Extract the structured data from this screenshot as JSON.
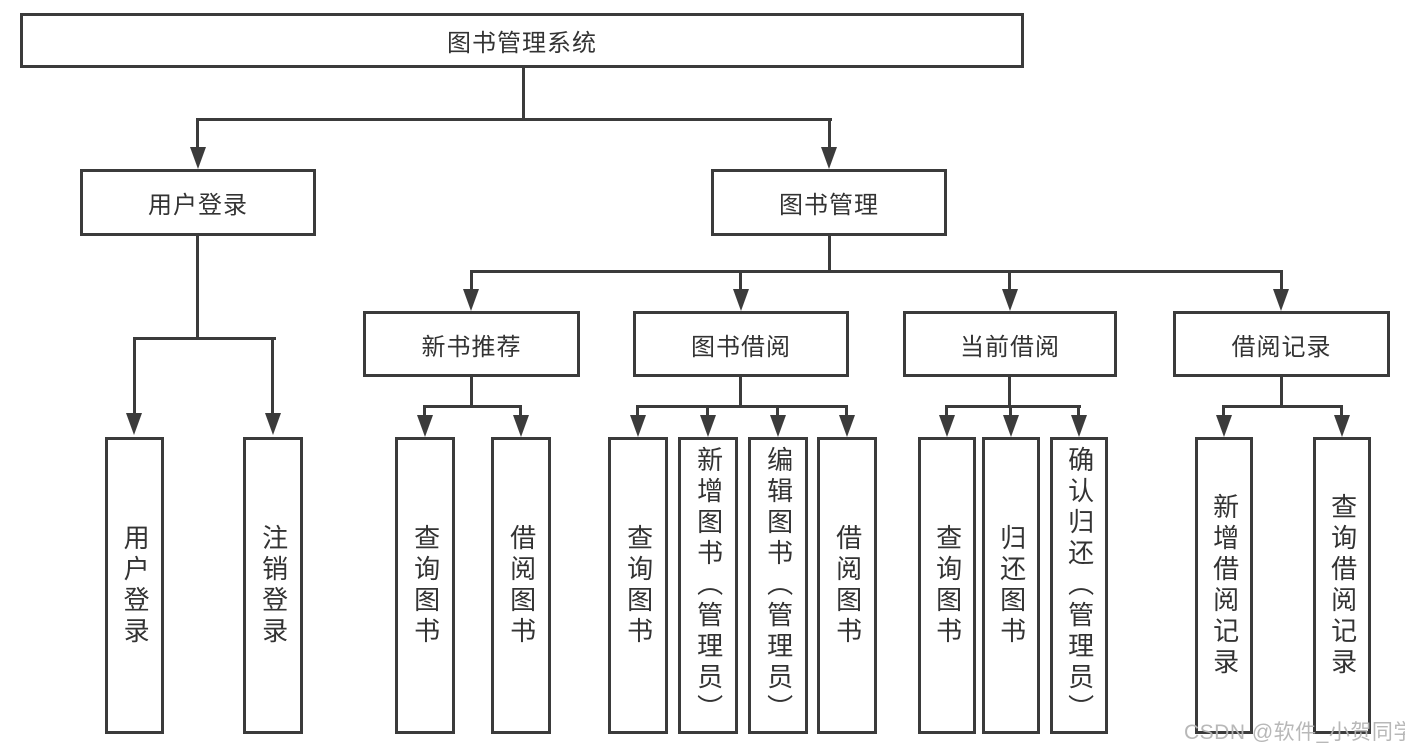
{
  "diagram": {
    "root": {
      "label": "图书管理系统"
    },
    "level2": {
      "user_login": {
        "label": "用户登录"
      },
      "book_management": {
        "label": "图书管理"
      }
    },
    "level3": {
      "new_book_recommend": {
        "label": "新书推荐"
      },
      "book_borrowing": {
        "label": "图书借阅"
      },
      "current_borrowing": {
        "label": "当前借阅"
      },
      "borrowing_records": {
        "label": "借阅记录"
      }
    },
    "leaves": {
      "user_login": {
        "label": "用户登录"
      },
      "logout": {
        "label": "注销登录"
      },
      "rec_query_books": {
        "label": "查询图书"
      },
      "rec_borrow_books": {
        "label": "借阅图书"
      },
      "borrow_query_books": {
        "label": "查询图书"
      },
      "borrow_add_books": {
        "label": "新增图书（管理员）"
      },
      "borrow_edit_books": {
        "label": "编辑图书（管理员）"
      },
      "borrow_borrow_books": {
        "label": "借阅图书"
      },
      "current_query_books": {
        "label": "查询图书"
      },
      "current_return_books": {
        "label": "归还图书"
      },
      "current_confirm_return": {
        "label": "确认归还（管理员）"
      },
      "records_add_record": {
        "label": "新增借阅记录"
      },
      "records_query_record": {
        "label": "查询借阅记录"
      }
    }
  },
  "watermark": {
    "text": "CSDN @软件_小贺同学"
  },
  "colors": {
    "border": "#3b3b3b",
    "text": "#333333",
    "background": "#ffffff",
    "watermark": "#b4b4b4"
  }
}
